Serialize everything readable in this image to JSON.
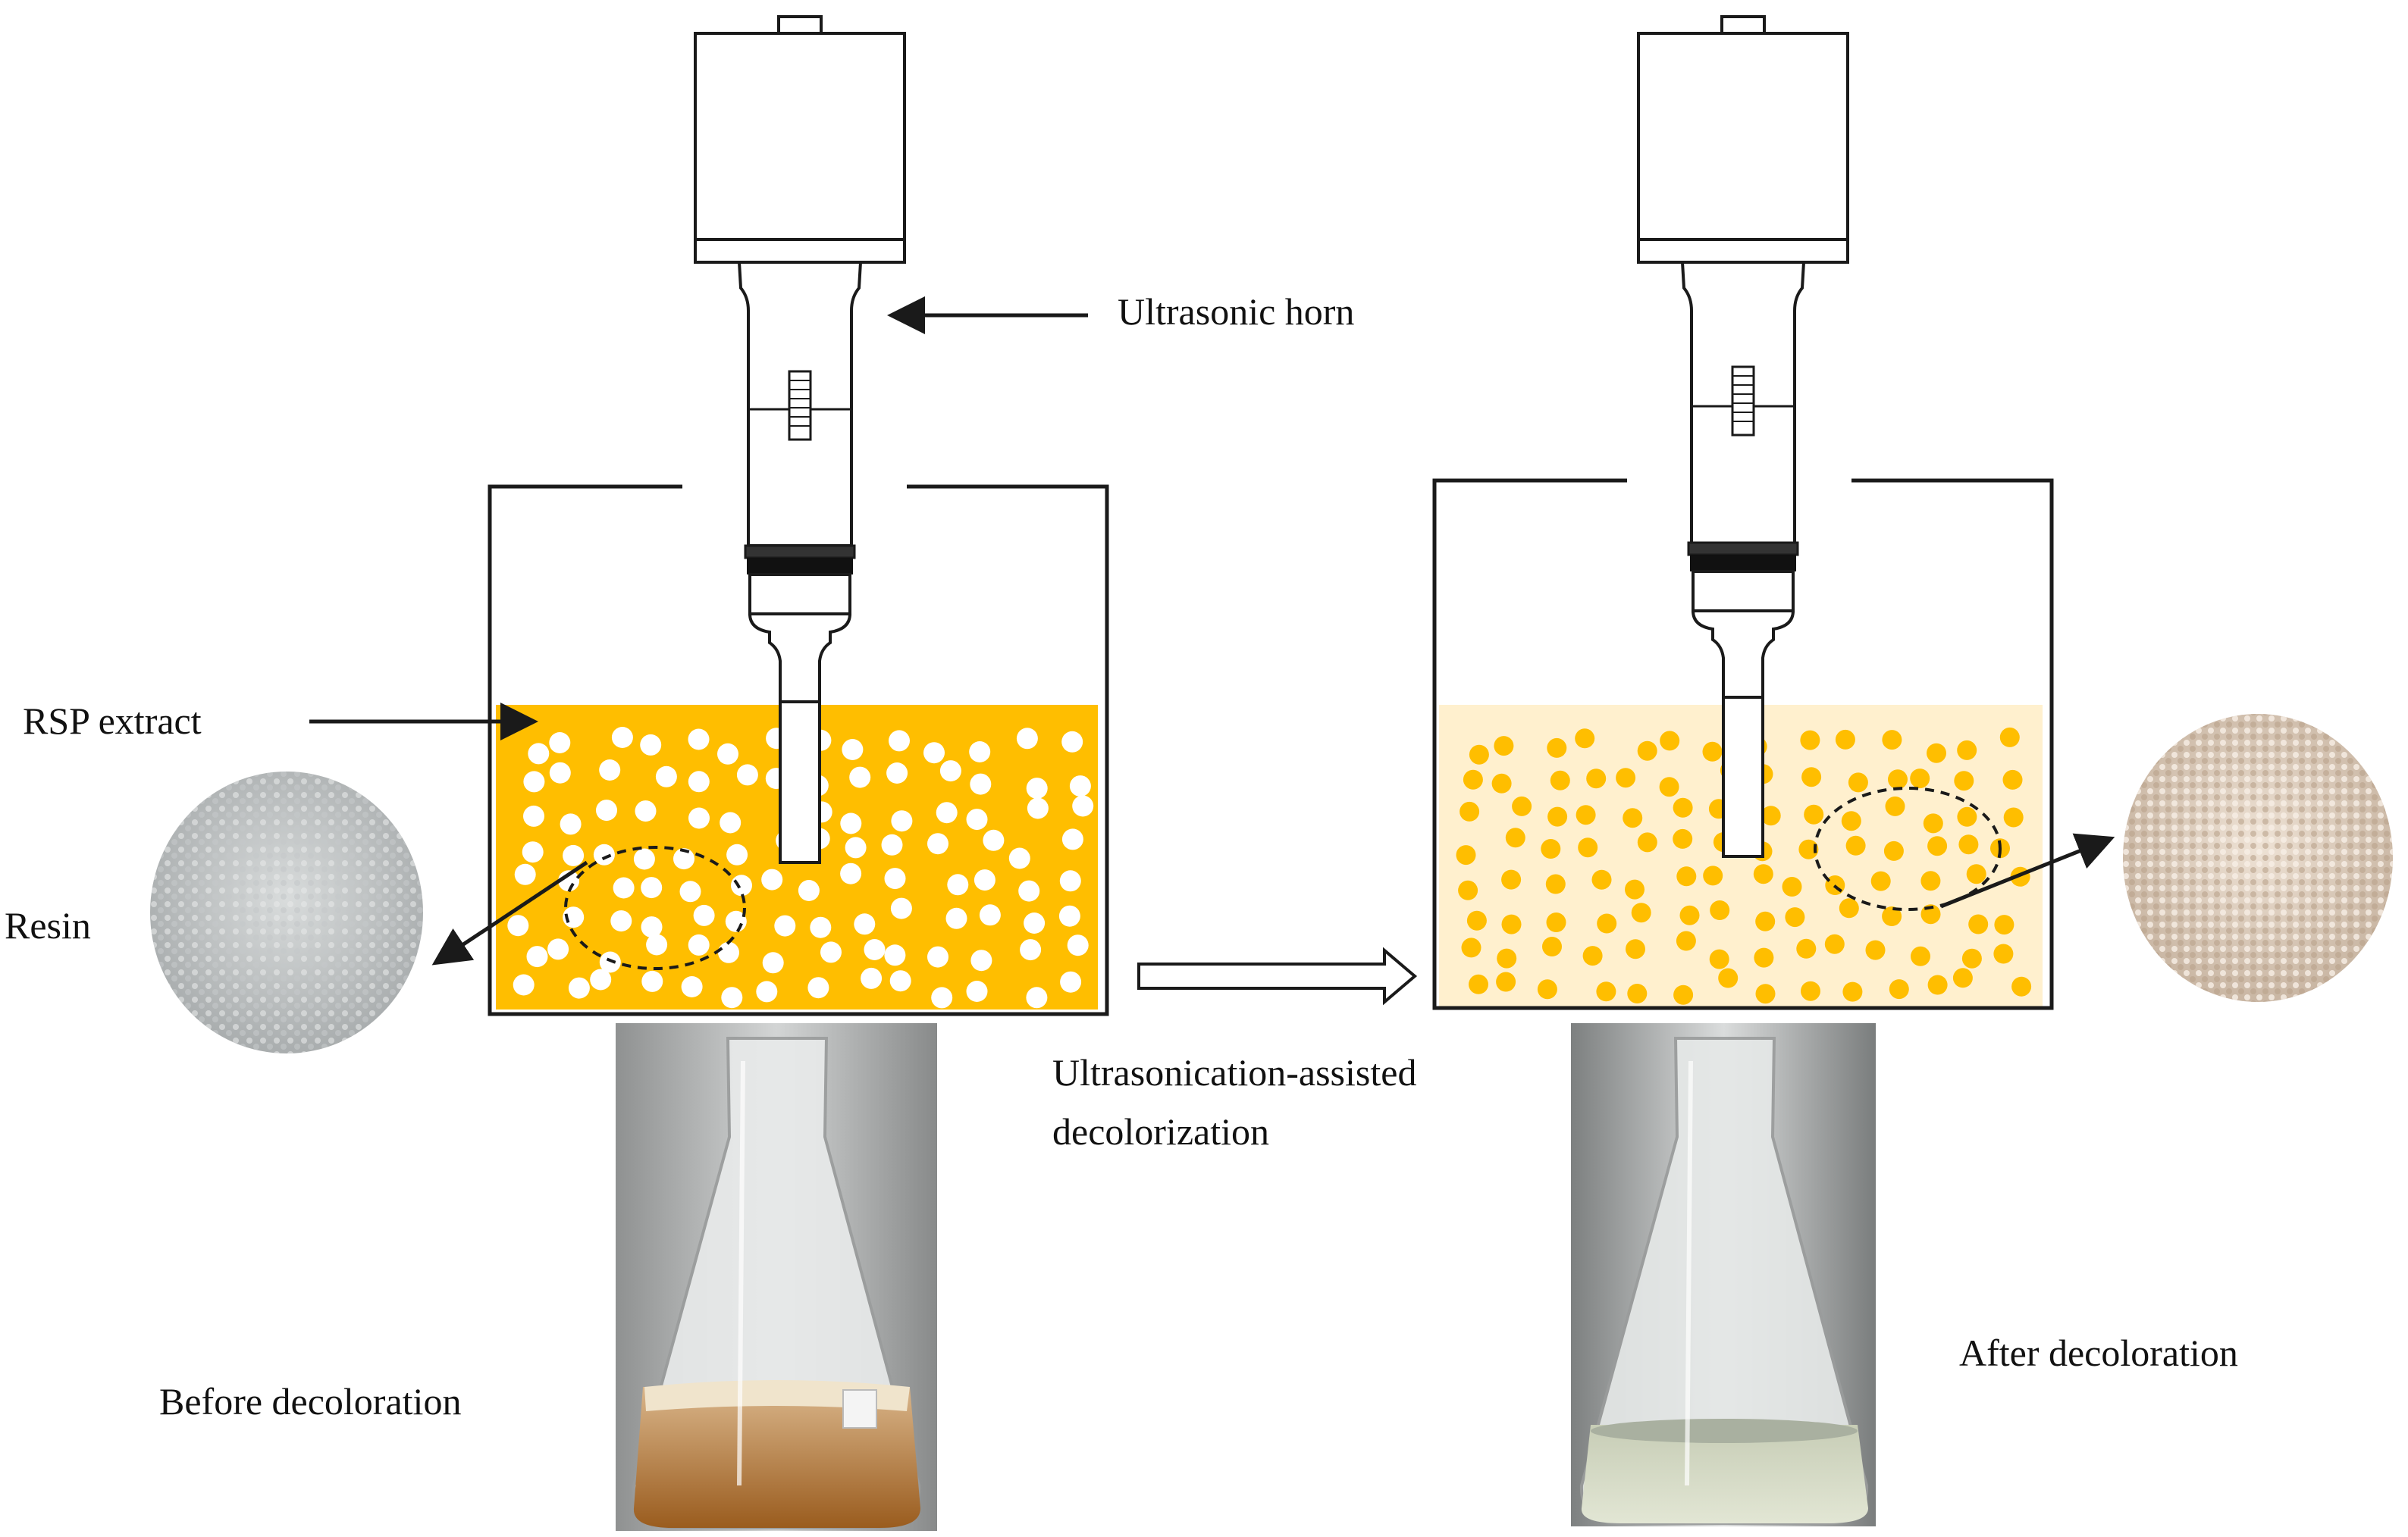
{
  "labels": {
    "ultrasonic_horn": "Ultrasonic horn",
    "rsp_extract": "RSP extract",
    "resin": "Resin",
    "process_line1": "Ultrasonication-assisted",
    "process_line2": "decolorization",
    "before": "Before decoloration",
    "after": "After decoloration"
  },
  "colors": {
    "extract_before": "#FFBE00",
    "extract_after": "#FFF0CE",
    "resin_before": "#FFFFFF",
    "resin_after": "#FFBE00",
    "outline": "#1A1A1A"
  }
}
